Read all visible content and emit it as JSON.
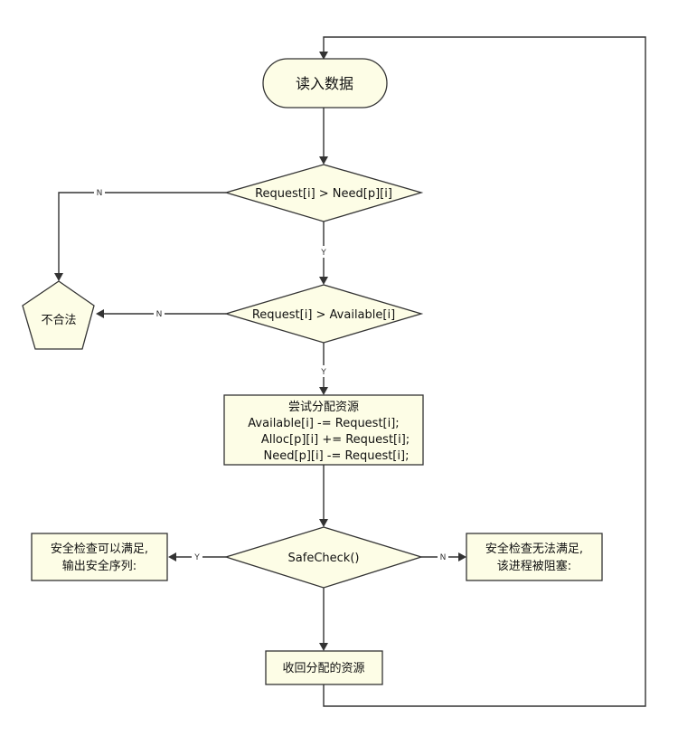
{
  "nodes": {
    "start": {
      "text": "读入数据"
    },
    "check_need": {
      "text": "Request[i] > Need[p][i]"
    },
    "check_available": {
      "text": "Request[i] > Available[i]"
    },
    "illegal": {
      "text": "不合法"
    },
    "try_allocate": {
      "lines": [
        "尝试分配资源",
        "Available[i] -= Request[i];",
        "Alloc[p][i] += Request[i];",
        "Need[p][i] -= Request[i];"
      ]
    },
    "safe_check": {
      "text": "SafeCheck()"
    },
    "safe_ok": {
      "lines": [
        "安全检查可以满足,",
        "输出安全序列:"
      ]
    },
    "safe_fail": {
      "lines": [
        "安全检查无法满足,",
        "该进程被阻塞:"
      ]
    },
    "reclaim": {
      "text": "收回分配的资源"
    }
  },
  "edge_labels": {
    "need_no": "N",
    "need_yes": "Y",
    "available_no": "N",
    "available_yes": "Y",
    "safe_yes": "Y",
    "safe_no": "N"
  },
  "colors": {
    "node_fill": "#fdfde6",
    "stroke": "#333333"
  }
}
